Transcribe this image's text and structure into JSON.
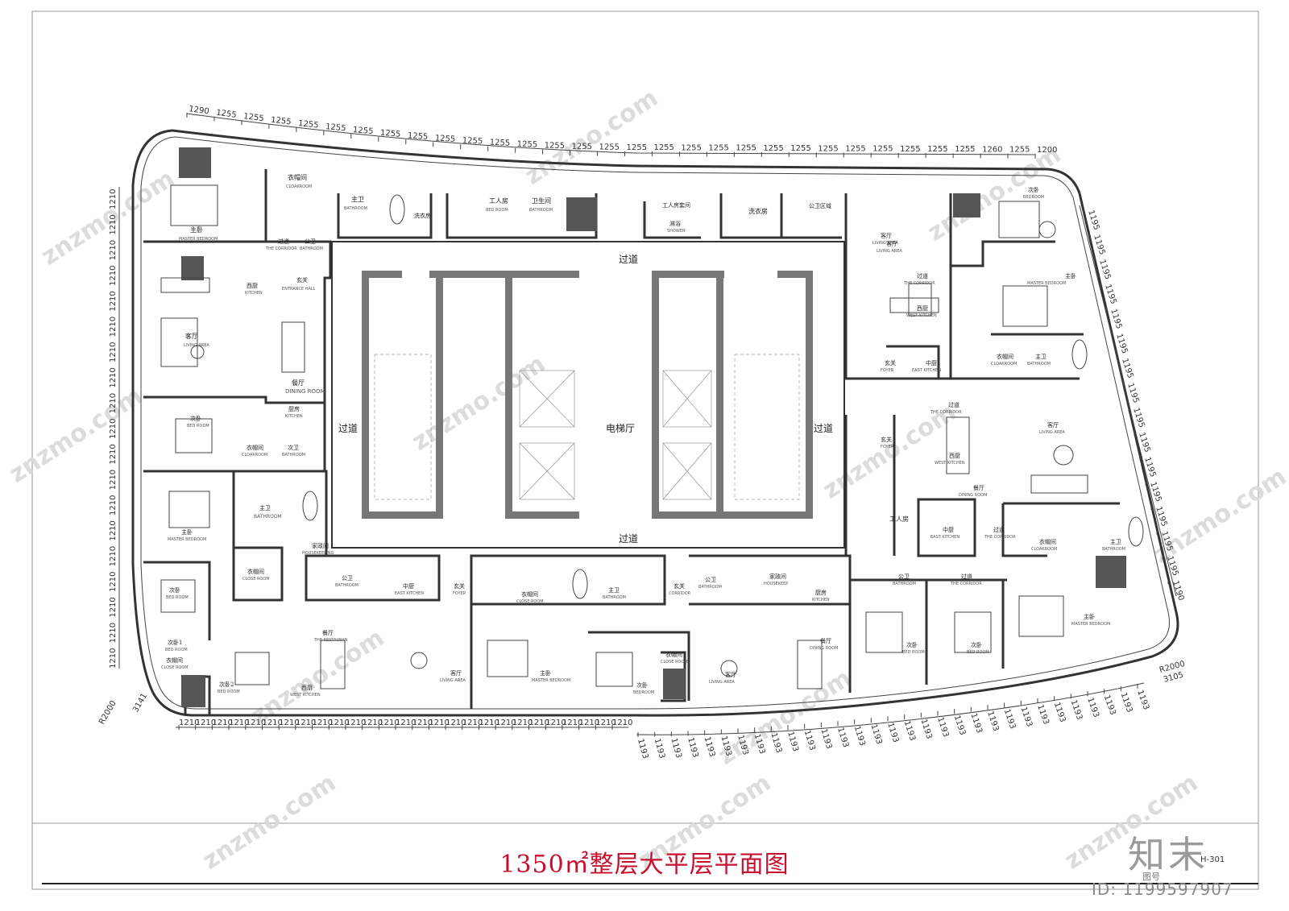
{
  "drawing": {
    "title": "1350㎡整层大平层平面图",
    "sheet_no": "H-301",
    "brand": "知末",
    "brand_sub": "图号",
    "id_code": "ID: 1199597907",
    "watermark": "znzmo.com"
  },
  "core": {
    "lift_hall": "电梯厅",
    "corridor_top": "过道",
    "corridor_bottom": "过道",
    "corridor_left": "过道",
    "corridor_right": "过道"
  },
  "rooms": [
    {
      "cn": "主卧",
      "en": "MASTER BEDROOM"
    },
    {
      "cn": "衣帽间",
      "en": "CLOAKROOM"
    },
    {
      "cn": "主卫",
      "en": "BATHROOM"
    },
    {
      "cn": "洗衣房",
      "en": ""
    },
    {
      "cn": "工人房",
      "en": "BED ROOM"
    },
    {
      "cn": "卫生间",
      "en": "BATHROOM"
    },
    {
      "cn": "工人房套间",
      "en": ""
    },
    {
      "cn": "淋浴",
      "en": "SHOWER"
    },
    {
      "cn": "洗衣房",
      "en": ""
    },
    {
      "cn": "公卫区域",
      "en": ""
    },
    {
      "cn": "客厅",
      "en": "LIVING AREA"
    },
    {
      "cn": "次卧",
      "en": "BEDROOM"
    },
    {
      "cn": "过道",
      "en": "THE CORRIDOR"
    },
    {
      "cn": "公卫",
      "en": "BATHROOM"
    },
    {
      "cn": "西厨",
      "en": "KITCHEN"
    },
    {
      "cn": "玄关",
      "en": "ENTRANCE HALL"
    },
    {
      "cn": "客厅",
      "en": "LIVING AREA"
    },
    {
      "cn": "餐厅",
      "en": "DINING ROOM"
    },
    {
      "cn": "次卧",
      "en": "BED ROOM"
    },
    {
      "cn": "厨房",
      "en": "KITCHEN"
    },
    {
      "cn": "衣帽间",
      "en": "CLOAKROOM"
    },
    {
      "cn": "次卫",
      "en": "BATHROOM"
    },
    {
      "cn": "主卧",
      "en": "MASTER BEDROOM"
    },
    {
      "cn": "主卫",
      "en": "BATHROOM"
    },
    {
      "cn": "家政间",
      "en": "HOUSEKEEPING"
    },
    {
      "cn": "衣帽间",
      "en": "CLOSE ROOM"
    },
    {
      "cn": "次卧",
      "en": "BED ROOM"
    },
    {
      "cn": "次卧1",
      "en": "BED ROOM"
    },
    {
      "cn": "衣帽间",
      "en": "CLOSE ROOM"
    },
    {
      "cn": "次卧2",
      "en": "BED ROOM"
    },
    {
      "cn": "公卫",
      "en": "BATHROOM"
    },
    {
      "cn": "中厨",
      "en": "EAST KITCHEN"
    },
    {
      "cn": "玄关",
      "en": "FOYER"
    },
    {
      "cn": "餐厅",
      "en": "THE RESTAURAN"
    },
    {
      "cn": "西厨",
      "en": "WEST KITCHEN"
    },
    {
      "cn": "客厅",
      "en": "LIVING AREA"
    },
    {
      "cn": "衣帽间",
      "en": "CLOSE ROOM"
    },
    {
      "cn": "主卫",
      "en": "BATHROOM"
    },
    {
      "cn": "主卧",
      "en": "MASTER BEDROOM"
    },
    {
      "cn": "衣帽间",
      "en": "CLOSE ROOM"
    },
    {
      "cn": "次卧",
      "en": "BEDROOM"
    },
    {
      "cn": "玄关",
      "en": "CORRIDOR"
    },
    {
      "cn": "公卫",
      "en": "BATHROOM"
    },
    {
      "cn": "家政间",
      "en": "HOUSEKEEP"
    },
    {
      "cn": "厨房",
      "en": "KITCHEN"
    },
    {
      "cn": "餐厅",
      "en": "DINING ROOM"
    },
    {
      "cn": "客厅",
      "en": "LIVING AREA"
    },
    {
      "cn": "客厅",
      "en": "LIVING AREA"
    },
    {
      "cn": "过道",
      "en": "THE CORRIDOR"
    },
    {
      "cn": "西厨",
      "en": "WEST KITCHEN"
    },
    {
      "cn": "主卧",
      "en": "MASTER BEDROOM"
    },
    {
      "cn": "玄关",
      "en": "FOYER"
    },
    {
      "cn": "中厨",
      "en": "EAST KITCHEN"
    },
    {
      "cn": "衣帽间",
      "en": "CLOAKROOM"
    },
    {
      "cn": "主卫",
      "en": "BATHROOM"
    },
    {
      "cn": "过道",
      "en": "THE CORRIDOR"
    },
    {
      "cn": "客厅",
      "en": "LIVING AREA"
    },
    {
      "cn": "玄关",
      "en": "FOYER"
    },
    {
      "cn": "西厨",
      "en": "WEST KITCHEN"
    },
    {
      "cn": "餐厅",
      "en": "DINING ROOM"
    },
    {
      "cn": "工人房",
      "en": ""
    },
    {
      "cn": "中厨",
      "en": "EAST KITCHEN"
    },
    {
      "cn": "过道",
      "en": "THE CORRIDOR"
    },
    {
      "cn": "衣帽间",
      "en": "CLOAKROOM"
    },
    {
      "cn": "主卫",
      "en": "BATHROOM"
    },
    {
      "cn": "公卫",
      "en": "BATHROOM"
    },
    {
      "cn": "过道",
      "en": "THE CORRIDOR"
    },
    {
      "cn": "主卧",
      "en": "MASTER BEDROOM"
    },
    {
      "cn": "次卧",
      "en": "BED ROOM"
    },
    {
      "cn": "次卧",
      "en": "BED ROOM"
    }
  ],
  "dimensions": {
    "top": [
      "1290",
      "1255",
      "1255",
      "1255",
      "1255",
      "1255",
      "1255",
      "1255",
      "1255",
      "1255",
      "1255",
      "1255",
      "1255",
      "1255",
      "1255",
      "1255",
      "1255",
      "1255",
      "1255",
      "1255",
      "1255",
      "1255",
      "1255",
      "1255",
      "1255",
      "1255",
      "1255",
      "1255",
      "1255",
      "1260",
      "1255",
      "1200"
    ],
    "left": [
      "1210",
      "1210",
      "1210",
      "1210",
      "1210",
      "1210",
      "1210",
      "1210",
      "1210",
      "1210",
      "1210",
      "1210",
      "1210",
      "1210",
      "1210",
      "1210",
      "1210",
      "1210",
      "1210"
    ],
    "right": [
      "1195",
      "1195",
      "1195",
      "1195",
      "1195",
      "1195",
      "1195",
      "1195",
      "1195",
      "1195",
      "1195",
      "1195",
      "1195",
      "1195",
      "1195",
      "1190"
    ],
    "bottom_left": [
      "1210",
      "1210",
      "1210",
      "1210",
      "1210",
      "1210",
      "1210",
      "1210",
      "1210",
      "1210",
      "1210",
      "1210",
      "1210",
      "1210",
      "1210",
      "1210",
      "1210",
      "1210",
      "1210",
      "1210",
      "1210",
      "1210",
      "1210",
      "1210",
      "1210",
      "1210",
      "1210"
    ],
    "bottom_right": [
      "1193",
      "1193",
      "1193",
      "1193",
      "1193",
      "1193",
      "1193",
      "1193",
      "1193",
      "1193",
      "1193",
      "1193",
      "1193",
      "1193",
      "1193",
      "1193",
      "1193",
      "1193",
      "1193",
      "1193",
      "1193",
      "1193",
      "1193",
      "1193",
      "1193",
      "1193",
      "1193",
      "1193",
      "1193",
      "1193",
      "1193"
    ],
    "radius_left": "R2000",
    "radius_left_sub": "3141",
    "radius_right": "R2000",
    "radius_right_sub": "3105"
  }
}
